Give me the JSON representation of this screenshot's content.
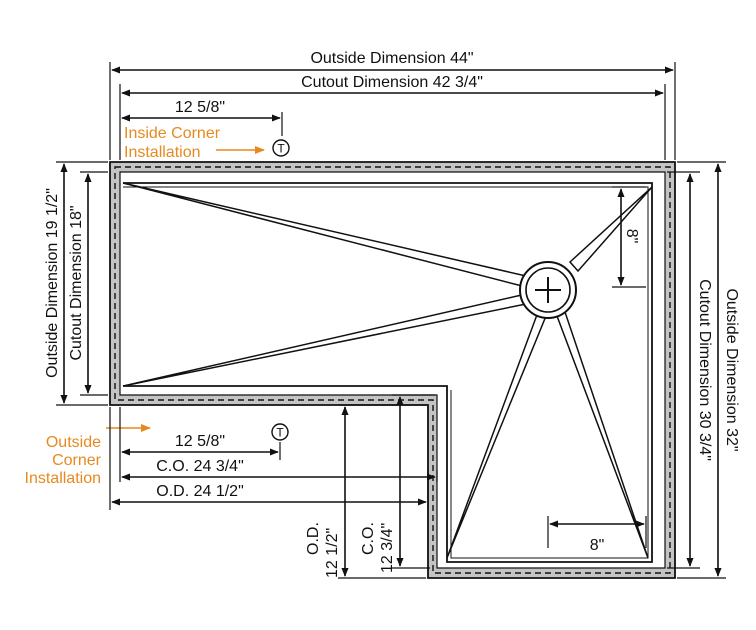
{
  "labels": {
    "outside_width": "Outside Dimension 44\"",
    "cutout_width": "Cutout Dimension 42 3/4\"",
    "inside_corner_offset": "12 5/8\"",
    "inside_corner_line1": "Inside Corner",
    "inside_corner_line2": "Installation",
    "outside_corner_line1": "Outside",
    "outside_corner_line2": "Corner",
    "outside_corner_line3": "Installation",
    "outside_corner_offset": "12 5/8\"",
    "co_short_width": "C.O. 24 3/4\"",
    "od_short_width": "O.D. 24 1/2\"",
    "outside_left_height": "Outside Dimension 19 1/2\"",
    "cutout_left_height": "Cutout Dimension 18\"",
    "outside_right_height": "Outside Dimension 32\"",
    "cutout_right_height": "Cutout Dimension 30 3/4\"",
    "drain_offset_vertical": "8\"",
    "drain_offset_horizontal": "8\"",
    "od_leg_line1": "O.D.",
    "od_leg_line2": "12 1/2\"",
    "co_leg_line1": "C.O.",
    "co_leg_line2": "12 3/4\"",
    "tile_marker": "T"
  },
  "colors": {
    "accent": "#e8891f",
    "flange": "#c4c4c4",
    "ink": "#111111"
  }
}
